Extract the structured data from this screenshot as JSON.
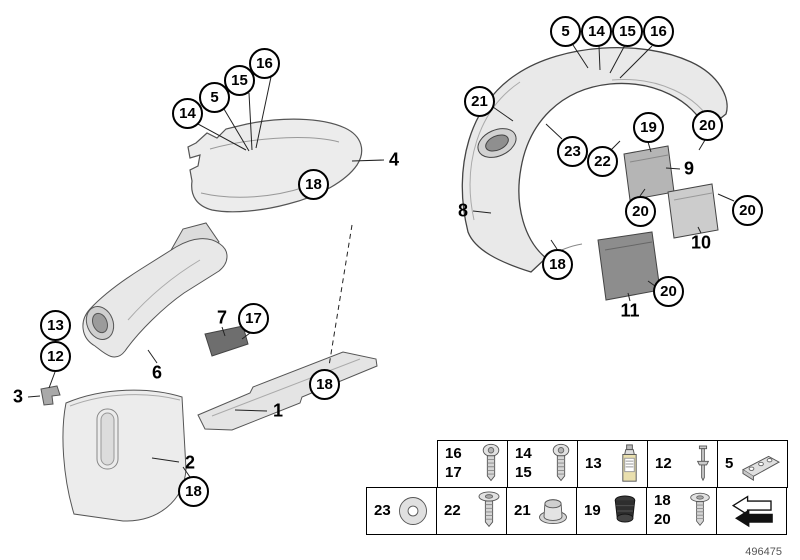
{
  "doc_number": "496475",
  "colors": {
    "background": "#ffffff",
    "line": "#000000",
    "part_fill": "#e9e9e9"
  },
  "callouts": [
    {
      "label": "14"
    },
    {
      "label": "5"
    },
    {
      "label": "15"
    },
    {
      "label": "16"
    },
    {
      "label": "18"
    },
    {
      "label": "13"
    },
    {
      "label": "12"
    },
    {
      "label": "17"
    },
    {
      "label": "18"
    },
    {
      "label": "18"
    },
    {
      "label": "5"
    },
    {
      "label": "14"
    },
    {
      "label": "15"
    },
    {
      "label": "16"
    },
    {
      "label": "21"
    },
    {
      "label": "23"
    },
    {
      "label": "22"
    },
    {
      "label": "19"
    },
    {
      "label": "20"
    },
    {
      "label": "20"
    },
    {
      "label": "20"
    },
    {
      "label": "18"
    },
    {
      "label": "20"
    }
  ],
  "part_labels": [
    {
      "label": "4"
    },
    {
      "label": "3"
    },
    {
      "label": "6"
    },
    {
      "label": "7"
    },
    {
      "label": "1"
    },
    {
      "label": "2"
    },
    {
      "label": "9"
    },
    {
      "label": "8"
    },
    {
      "label": "10"
    },
    {
      "label": "11"
    }
  ],
  "legend": {
    "top": [
      {
        "numbers": [
          "16",
          "17"
        ],
        "icon": "torx-screw-icon"
      },
      {
        "numbers": [
          "14",
          "15"
        ],
        "icon": "torx-screw-icon"
      },
      {
        "numbers": [
          "13"
        ],
        "icon": "adhesive-tube-icon"
      },
      {
        "numbers": [
          "12"
        ],
        "icon": "expanding-rivet-icon"
      },
      {
        "numbers": [
          "5"
        ],
        "icon": "bracket-plate-icon"
      }
    ],
    "bottom": [
      {
        "numbers": [
          "23"
        ],
        "icon": "washer-icon"
      },
      {
        "numbers": [
          "22"
        ],
        "icon": "pan-screw-icon"
      },
      {
        "numbers": [
          "21"
        ],
        "icon": "grommet-nut-icon"
      },
      {
        "numbers": [
          "19"
        ],
        "icon": "blind-plug-icon"
      },
      {
        "numbers": [
          "18",
          "20"
        ],
        "icon": "pan-screw-icon"
      },
      {
        "numbers": [],
        "icon": "direction-arrow-icon"
      }
    ]
  }
}
